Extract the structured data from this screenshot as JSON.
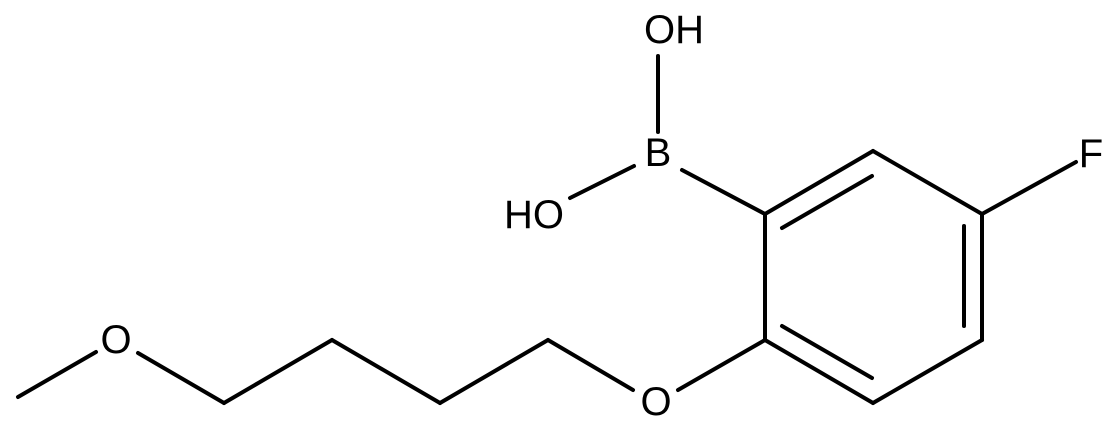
{
  "molecule": {
    "atoms": {
      "oh_top": "OH",
      "oh_left": "HO",
      "boron": "B",
      "fluorine": "F",
      "ether_oxygen_ring": "O",
      "ether_oxygen_methoxy": "O"
    }
  }
}
